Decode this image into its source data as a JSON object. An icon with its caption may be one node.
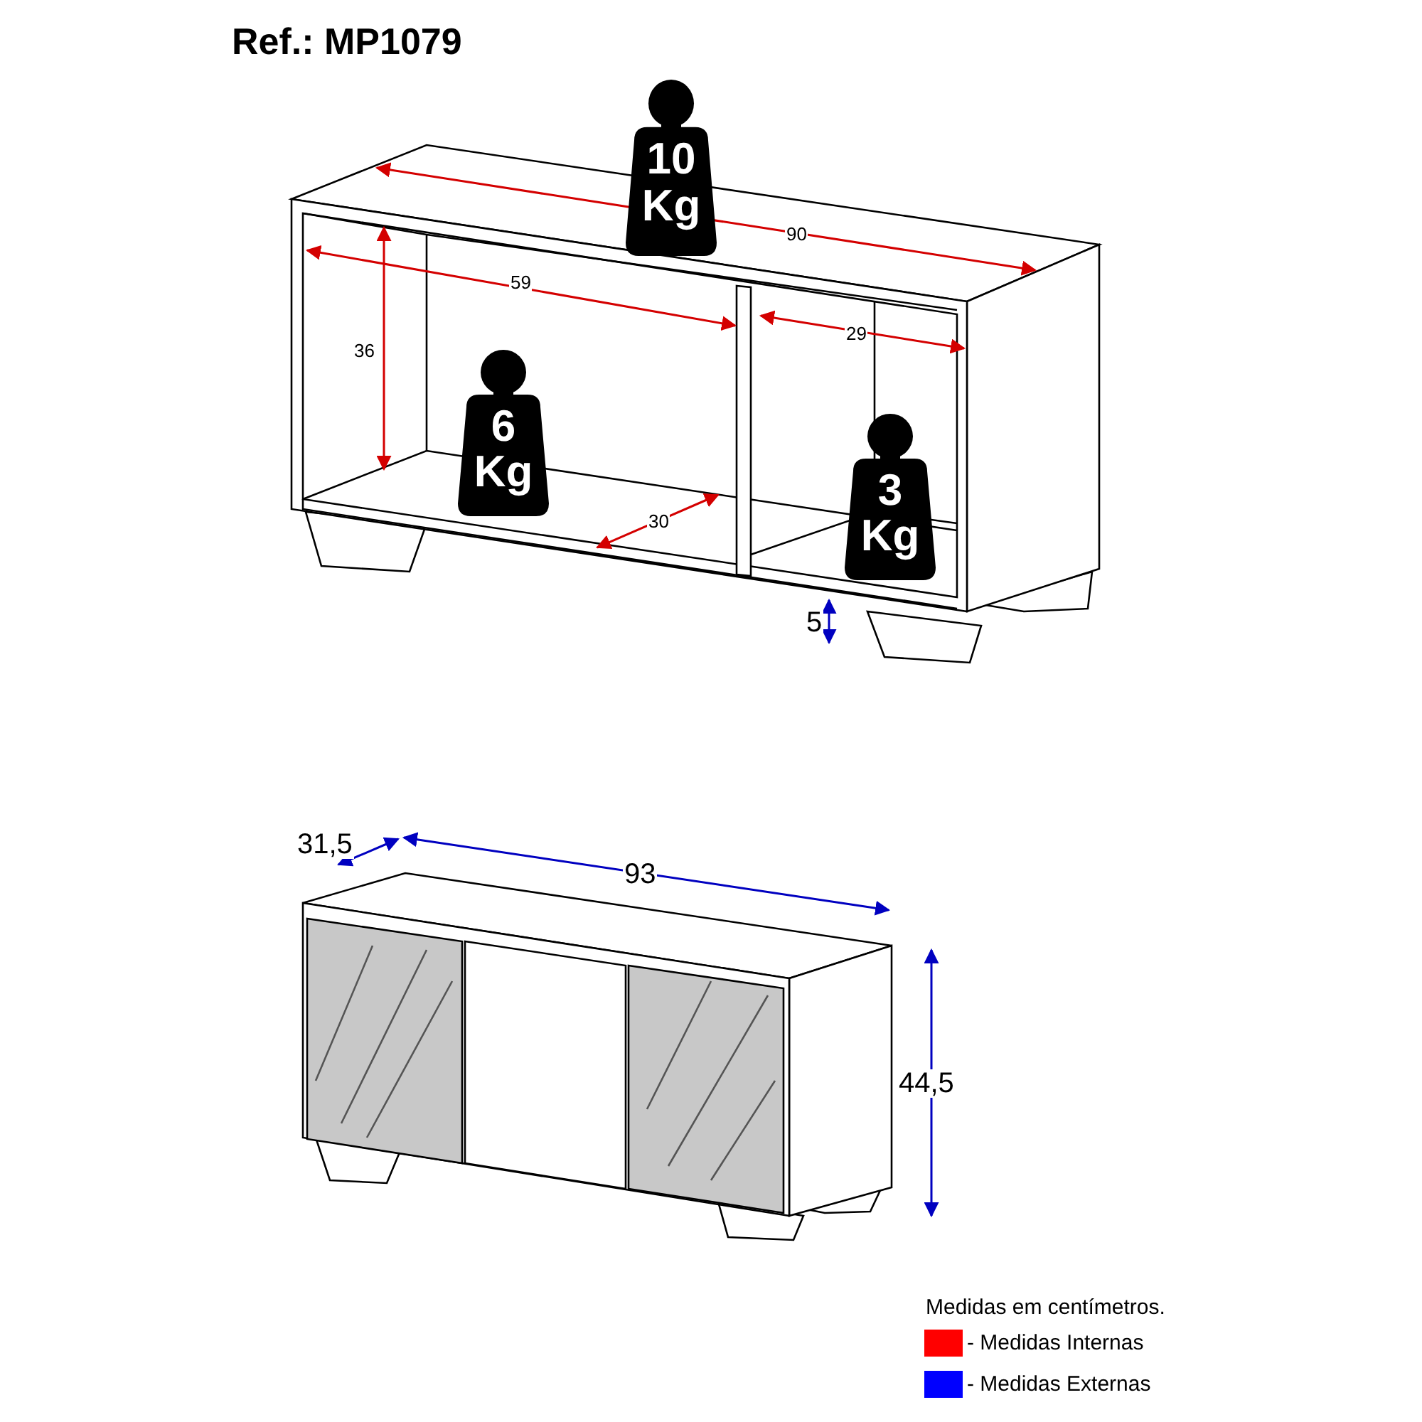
{
  "diagram": {
    "title": "Ref.: MP1079",
    "nodes": [
      {
        "text": [
          "10 Kg"
        ]
      },
      {
        "text": [
          "6 Kg"
        ]
      },
      {
        "text": [
          "3 Kg"
        ]
      }
    ],
    "labels": [
      "90",
      "59",
      "36",
      "29",
      "30",
      "5",
      "31,5",
      "93",
      "44,5",
      "Medidas em centímetros."
    ],
    "legend": [
      {
        "text": "- Medidas Internas",
        "color": "#ff0000"
      },
      {
        "text": "- Medidas Externas",
        "color": "#0000ff"
      }
    ]
  }
}
